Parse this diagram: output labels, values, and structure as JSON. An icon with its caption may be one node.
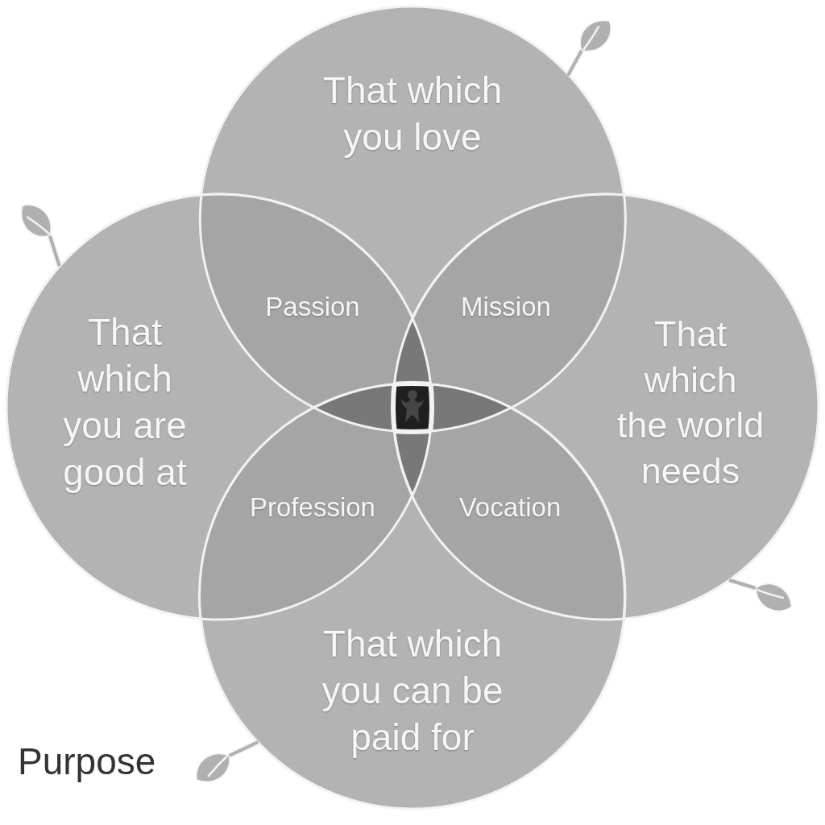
{
  "diagram": {
    "nodes": [
      {
        "text": [
          "That which you love"
        ]
      },
      {
        "text": [
          "That which you are good at"
        ]
      },
      {
        "text": [
          "That which the world needs"
        ]
      },
      {
        "text": [
          "That which you can be paid for"
        ]
      },
      {
        "text": [
          "Passion"
        ]
      },
      {
        "text": [
          "Mission"
        ]
      },
      {
        "text": [
          "Profession"
        ]
      },
      {
        "text": [
          "Vocation"
        ]
      }
    ],
    "labels": [
      "Purpose"
    ]
  }
}
